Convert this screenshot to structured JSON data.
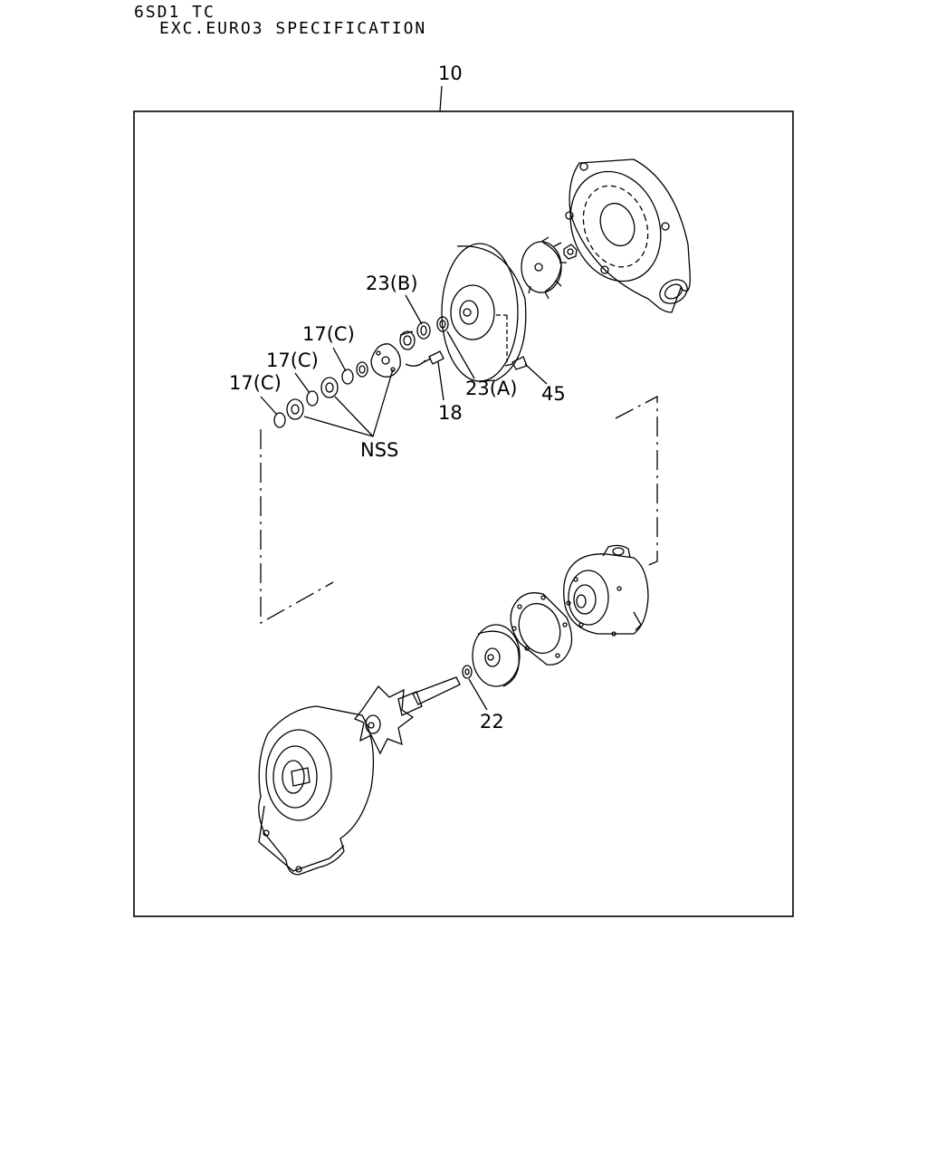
{
  "header": {
    "model": "6SD1 TC",
    "spec": "EXC.EURO3 SPECIFICATION"
  },
  "diagram": {
    "assembly_ref": "10",
    "labels": {
      "p23b": "23(B)",
      "p17c_1": "17(C)",
      "p17c_2": "17(C)",
      "p17c_3": "17(C)",
      "p23a": "23(A)",
      "p45": "45",
      "p18": "18",
      "nss": "NSS",
      "p22": "22"
    }
  }
}
